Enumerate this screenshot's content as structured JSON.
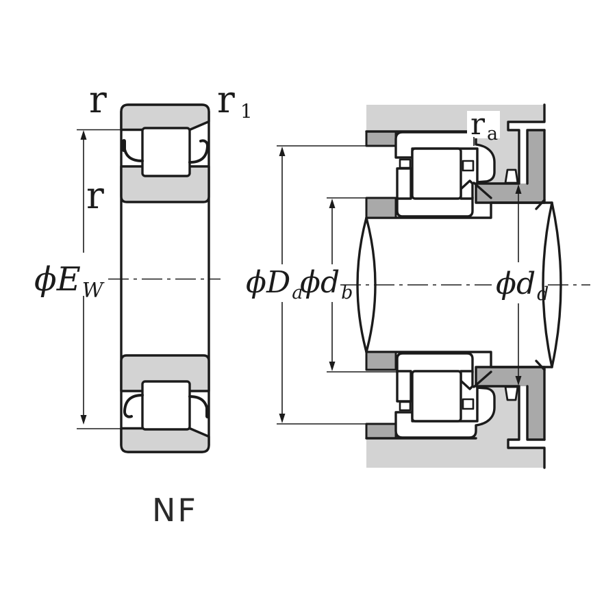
{
  "figure_left": {
    "caption": "NF",
    "dim_r_top": "r",
    "dim_r1": {
      "base": "r",
      "sub": "1"
    },
    "dim_r_inner": "r",
    "dim_Ew": {
      "base": "ϕE",
      "sub": "W"
    }
  },
  "figure_right": {
    "dim_ra": {
      "base": "r",
      "sub": "a"
    },
    "dim_Da": {
      "base": "ϕD",
      "sub": "a"
    },
    "dim_db": {
      "base": "ϕd",
      "sub": "b"
    },
    "dim_dd": {
      "base": "ϕd",
      "sub": "d"
    }
  },
  "colors": {
    "line": "#1b1b1b",
    "housing_fill": "#d3d3d3",
    "abutment_fill": "#a9a9a9",
    "bearing_fill": "#ffffff",
    "background": "#ffffff"
  }
}
